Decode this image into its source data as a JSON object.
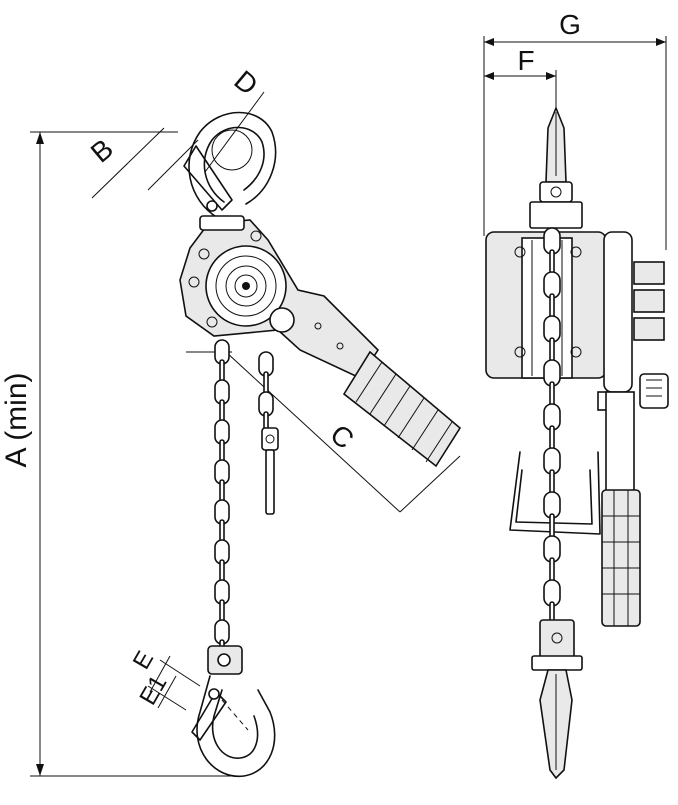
{
  "labels": {
    "A": "A (min)",
    "B": "B",
    "C": "C",
    "D": "D",
    "E": "E",
    "E1": "E1",
    "F": "F",
    "G": "G"
  },
  "colors": {
    "line": "#111111",
    "background": "#ffffff",
    "shade": "#e9e9e9"
  }
}
